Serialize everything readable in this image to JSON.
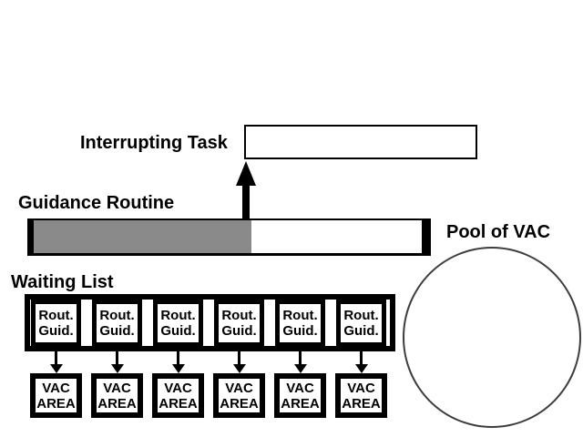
{
  "labels": {
    "interrupting_task": "Interrupting Task",
    "guidance_routine": "Guidance Routine",
    "waiting_list": "Waiting List",
    "pool_of_vac": "Pool of VAC"
  },
  "guidance_bar": {
    "progress_pct": 56
  },
  "waiting_list": {
    "items": [
      {
        "line1": "Rout.",
        "line2": "Guid."
      },
      {
        "line1": "Rout.",
        "line2": "Guid."
      },
      {
        "line1": "Rout.",
        "line2": "Guid."
      },
      {
        "line1": "Rout.",
        "line2": "Guid."
      },
      {
        "line1": "Rout.",
        "line2": "Guid."
      },
      {
        "line1": "Rout.",
        "line2": "Guid."
      }
    ]
  },
  "vac_areas": {
    "items": [
      {
        "line1": "VAC",
        "line2": "AREA"
      },
      {
        "line1": "VAC",
        "line2": "AREA"
      },
      {
        "line1": "VAC",
        "line2": "AREA"
      },
      {
        "line1": "VAC",
        "line2": "AREA"
      },
      {
        "line1": "VAC",
        "line2": "AREA"
      },
      {
        "line1": "VAC",
        "line2": "AREA"
      }
    ]
  },
  "icons": {
    "up_arrow": "solid-black-arrow-up",
    "down_arrow": "solid-black-arrow-down"
  },
  "colors": {
    "ink": "#000000",
    "background": "#ffffff",
    "guidance_fill": "#8a8a8a",
    "pool_circle_stroke": "#3d3d3d"
  }
}
